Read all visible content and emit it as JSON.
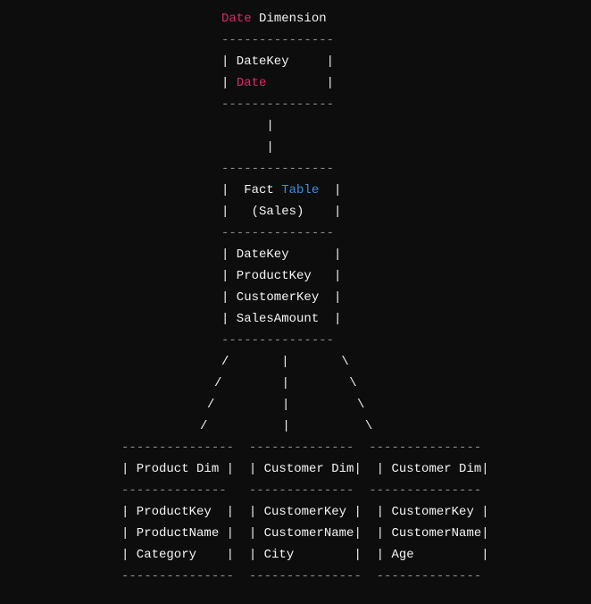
{
  "colors": {
    "background": "#0d0d0d",
    "text": "#f4f4f4",
    "keyword_pink": "#dd2a67",
    "keyword_blue": "#3d8fdc",
    "dash": "#8c8c8c"
  },
  "diagram": {
    "lines": [
      {
        "name": "date-dimension-title",
        "segments": [
          {
            "t": "Date",
            "c": "pink"
          },
          {
            "t": " Dimension",
            "c": "text"
          }
        ]
      },
      {
        "name": "divider",
        "segments": [
          {
            "t": "---------------",
            "c": "dash"
          }
        ]
      },
      {
        "name": "date-field-datekey",
        "segments": [
          {
            "t": "| DateKey     |",
            "c": "text"
          }
        ]
      },
      {
        "name": "date-field-date",
        "segments": [
          {
            "t": "| ",
            "c": "text"
          },
          {
            "t": "Date",
            "c": "pink"
          },
          {
            "t": "        |",
            "c": "text"
          }
        ]
      },
      {
        "name": "divider",
        "segments": [
          {
            "t": "---------------",
            "c": "dash"
          }
        ]
      },
      {
        "name": "connector",
        "segments": [
          {
            "t": "      |",
            "c": "text"
          }
        ]
      },
      {
        "name": "connector",
        "segments": [
          {
            "t": "      |",
            "c": "text"
          }
        ]
      },
      {
        "name": "divider",
        "segments": [
          {
            "t": "---------------",
            "c": "dash"
          }
        ]
      },
      {
        "name": "fact-table-title",
        "segments": [
          {
            "t": "|  Fact ",
            "c": "text"
          },
          {
            "t": "Table",
            "c": "blue"
          },
          {
            "t": "  |",
            "c": "text"
          }
        ]
      },
      {
        "name": "fact-table-subtitle",
        "segments": [
          {
            "t": "|   (Sales)    |",
            "c": "text"
          }
        ]
      },
      {
        "name": "divider",
        "segments": [
          {
            "t": "---------------",
            "c": "dash"
          }
        ]
      },
      {
        "name": "fact-field",
        "segments": [
          {
            "t": "| DateKey      |",
            "c": "text"
          }
        ]
      },
      {
        "name": "fact-field",
        "segments": [
          {
            "t": "| ProductKey   |",
            "c": "text"
          }
        ]
      },
      {
        "name": "fact-field",
        "segments": [
          {
            "t": "| CustomerKey  |",
            "c": "text"
          }
        ]
      },
      {
        "name": "fact-field",
        "segments": [
          {
            "t": "| SalesAmount  |",
            "c": "text"
          }
        ]
      },
      {
        "name": "divider",
        "segments": [
          {
            "t": "---------------",
            "c": "dash"
          }
        ]
      },
      {
        "name": "branch-connector",
        "segments": [
          {
            "t": "/       |       \\",
            "c": "text"
          }
        ]
      },
      {
        "name": "branch-connector",
        "segments": [
          {
            "t": "/        |        \\",
            "c": "text"
          }
        ]
      },
      {
        "name": "branch-connector",
        "segments": [
          {
            "t": "/         |         \\",
            "c": "text"
          }
        ]
      },
      {
        "name": "branch-connector",
        "segments": [
          {
            "t": "/          |          \\",
            "c": "text"
          }
        ]
      },
      {
        "name": "divider",
        "segments": [
          {
            "t": "---------------  --------------  ---------------",
            "c": "dash"
          }
        ]
      },
      {
        "name": "dimension-titles",
        "segments": [
          {
            "t": "| Product Dim |  | Customer Dim|  | Customer Dim|",
            "c": "text"
          }
        ]
      },
      {
        "name": "divider",
        "segments": [
          {
            "t": "--------------   --------------  ---------------",
            "c": "dash"
          }
        ]
      },
      {
        "name": "dimension-fields",
        "segments": [
          {
            "t": "| ProductKey  |  | CustomerKey |  | CustomerKey |",
            "c": "text"
          }
        ]
      },
      {
        "name": "dimension-fields",
        "segments": [
          {
            "t": "| ProductName |  | CustomerName|  | CustomerName|",
            "c": "text"
          }
        ]
      },
      {
        "name": "dimension-fields",
        "segments": [
          {
            "t": "| Category    |  | City        |  | Age         |",
            "c": "text"
          }
        ]
      },
      {
        "name": "divider",
        "segments": [
          {
            "t": "---------------  ---------------  --------------",
            "c": "dash"
          }
        ]
      }
    ]
  }
}
